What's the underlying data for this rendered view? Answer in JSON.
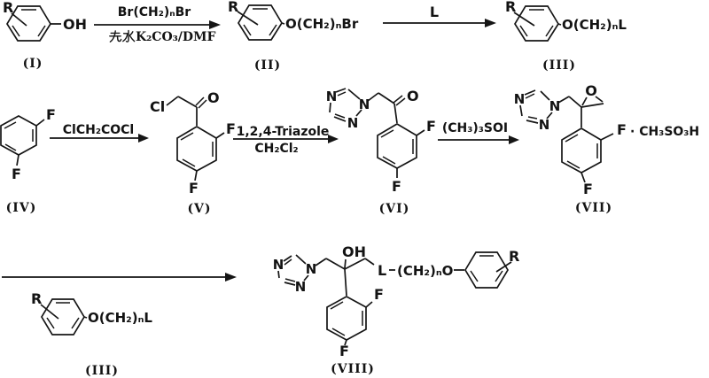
{
  "figure": {
    "background": "#ffffff",
    "ink": "#151515"
  },
  "row1": {
    "structure_I": {
      "label": "(I)",
      "substituent": "R",
      "group": "OH"
    },
    "step1": {
      "reagent_above": "Br(CH₂)ₙBr",
      "reagent_below_cjk": "无水",
      "reagent_below_latin": "K₂CO₃/DMF"
    },
    "structure_II": {
      "label": "(II)",
      "substituent": "R",
      "group": "O(CH₂)ₙBr"
    },
    "step2": {
      "reagent_above": "L"
    },
    "structure_III": {
      "label": "(III)",
      "substituent": "R",
      "group": "O(CH₂)ₙL"
    }
  },
  "row2": {
    "structure_IV": {
      "label": "(IV)",
      "fluorine_top": "F",
      "fluorine_bottom": "F"
    },
    "step3": {
      "reagent_above": "ClCH₂COCl"
    },
    "structure_V": {
      "label": "(V)",
      "chlorine": "Cl",
      "carbonyl_oxygen": "O",
      "fluorine_ortho": "F",
      "fluorine_para": "F"
    },
    "step4": {
      "reagent_above": "1,2,4-Triazole",
      "reagent_below": "CH₂Cl₂"
    },
    "structure_VI": {
      "label": "(VI)",
      "triazole_n4": "N",
      "triazole_n1": "N",
      "triazole_n2": "N",
      "carbonyl_oxygen": "O",
      "fluorine_ortho": "F",
      "fluorine_para": "F"
    },
    "step5": {
      "reagent_above": "(CH₃)₃SOI"
    },
    "structure_VII": {
      "label": "(VII)",
      "triazole_n4": "N",
      "triazole_n1": "N",
      "triazole_n2": "N",
      "epoxide_oxygen": "O",
      "fluorine_ortho": "F",
      "fluorine_para": "F",
      "salt": "· CH₃SO₃H"
    }
  },
  "row3": {
    "structure_III_repeat": {
      "label": "(III)",
      "substituent": "R",
      "group": "O(CH₂)ₙL"
    },
    "structure_VIII": {
      "label": "(VIII)",
      "triazole_n4": "N",
      "triazole_n1": "N",
      "triazole_n2": "N",
      "hydroxyl": "OH",
      "linker": "L",
      "chain": "(CH₂)ₙO",
      "substituent": "R",
      "fluorine_ortho": "F",
      "fluorine_para": "F"
    }
  }
}
